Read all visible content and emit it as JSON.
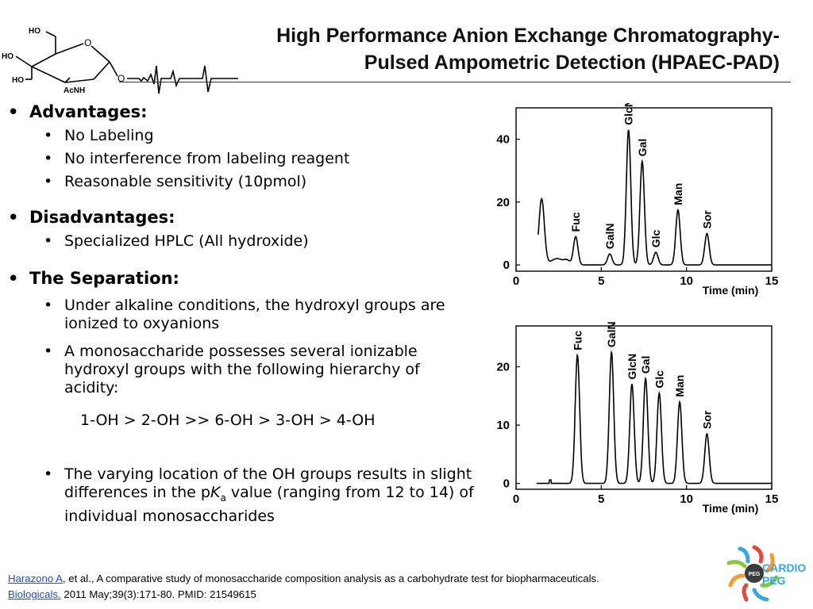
{
  "title": {
    "line1": "High Performance Anion Exchange Chromatography-",
    "line2": "Pulsed Ampometric Detection (HPAEC-PAD)"
  },
  "molecule": {
    "labels": [
      "HO",
      "O",
      "HO",
      "HO",
      "AcNH",
      "O"
    ]
  },
  "advantages": {
    "heading": "Advantages:",
    "items": [
      "No Labeling",
      "No interference from labeling reagent",
      "Reasonable sensitivity (10pmol)"
    ]
  },
  "disadvantages": {
    "heading": "Disadvantages:",
    "items": [
      "Specialized HPLC (All hydroxide)"
    ]
  },
  "separation": {
    "heading": "The Separation:",
    "item1": "Under alkaline conditions, the hydroxyl groups are ionized to oxyanions",
    "item2": "A monosaccharide possesses several ionizable hydroxyl groups with the following hierarchy of acidity:",
    "hierarchy": "1-OH > 2-OH >> 6-OH > 3-OH > 4-OH",
    "item3_pre": "The varying location of the OH groups results in slight differences in the p",
    "item3_k": "K",
    "item3_sub": "a",
    "item3_post": " value (ranging from 12 to 14) of individual monosaccharides"
  },
  "citation": {
    "author_link": "Harazono A",
    "text1": ", et al., A comparative study of monosaccharide composition analysis as a carbohydrate test for biopharmaceuticals. ",
    "journal_link": "Biologicals.",
    "text2": " 2011 May;39(3):171-80. PMID: 21549615"
  },
  "brand": {
    "name_line1": "CARDIO",
    "name_line2": "PEG",
    "badge": "PEG",
    "colors": [
      "#e2493b",
      "#f39c2f",
      "#8cc63f",
      "#3aa6dd"
    ]
  },
  "chart_data": [
    {
      "type": "line",
      "xlabel": "Time (min)",
      "ylabel": "",
      "xlim": [
        0,
        15
      ],
      "ylim": [
        -2,
        50
      ],
      "xticks": [
        0,
        5,
        10,
        15
      ],
      "yticks": [
        0,
        20,
        40
      ],
      "grid": false,
      "peaks": [
        {
          "label": "",
          "x": 1.5,
          "y": 21
        },
        {
          "label": "Fuc",
          "x": 3.5,
          "y": 9
        },
        {
          "label": "GalN",
          "x": 5.5,
          "y": 3.5
        },
        {
          "label": "GlcN",
          "x": 6.6,
          "y": 43
        },
        {
          "label": "Gal",
          "x": 7.4,
          "y": 33
        },
        {
          "label": "Glc",
          "x": 8.2,
          "y": 4
        },
        {
          "label": "Man",
          "x": 9.5,
          "y": 17.5
        },
        {
          "label": "Sor",
          "x": 11.2,
          "y": 10
        }
      ]
    },
    {
      "type": "line",
      "xlabel": "Time (min)",
      "ylabel": "",
      "xlim": [
        0,
        15
      ],
      "ylim": [
        -1,
        27
      ],
      "xticks": [
        0,
        5,
        10,
        15
      ],
      "yticks": [
        0,
        10,
        20
      ],
      "grid": false,
      "peaks": [
        {
          "label": "Fuc",
          "x": 3.6,
          "y": 22
        },
        {
          "label": "GalN",
          "x": 5.6,
          "y": 22.5
        },
        {
          "label": "GlcN",
          "x": 6.8,
          "y": 17
        },
        {
          "label": "Gal",
          "x": 7.6,
          "y": 18
        },
        {
          "label": "Glc",
          "x": 8.4,
          "y": 15.5
        },
        {
          "label": "Man",
          "x": 9.6,
          "y": 14
        },
        {
          "label": "Sor",
          "x": 11.2,
          "y": 8.5
        }
      ]
    }
  ]
}
